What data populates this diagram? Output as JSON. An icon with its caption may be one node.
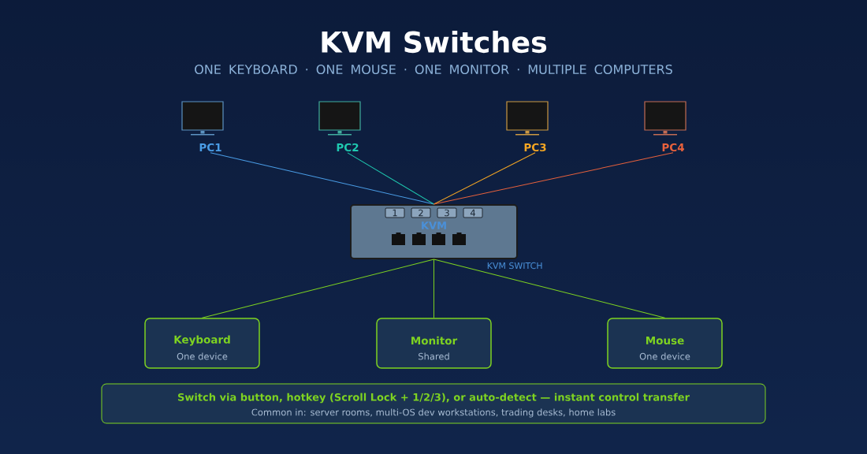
{
  "diagram": {
    "title": "KVM Switches",
    "nodes": [
      {
        "text": [
          "PC1"
        ]
      },
      {
        "text": [
          "PC2"
        ]
      },
      {
        "text": [
          "PC3"
        ]
      },
      {
        "text": [
          "PC4"
        ]
      },
      {
        "text": [
          "KVM"
        ],
        "beside": [
          "KVM SWITCH"
        ]
      },
      {
        "text": [
          "1"
        ],
        "in": 4
      },
      {
        "text": [
          "2"
        ],
        "in": 4
      },
      {
        "text": [
          "3"
        ],
        "in": 4
      },
      {
        "text": [
          "4"
        ],
        "in": 4
      },
      {
        "text": [
          "Keyboard",
          "One device"
        ]
      },
      {
        "text": [
          "Monitor",
          "Shared"
        ]
      },
      {
        "text": [
          "Mouse",
          "One device"
        ]
      },
      {
        "text": [
          "Switch via button, hotkey (Scroll Lock + 1/2/3), or auto-detect — instant control transfer",
          "Common in: server rooms, multi-OS dev workstations, trading desks, home labs"
        ]
      }
    ],
    "edges": [
      {
        "from": 0,
        "to": 4,
        "arrow": "none",
        "color": "#4a9de6"
      },
      {
        "from": 1,
        "to": 4,
        "arrow": "none",
        "color": "#1fc9b0"
      },
      {
        "from": 2,
        "to": 4,
        "arrow": "none",
        "color": "#f5a623"
      },
      {
        "from": 3,
        "to": 4,
        "arrow": "none",
        "color": "#e8613c"
      },
      {
        "from": 4,
        "to": 9,
        "arrow": "none"
      },
      {
        "from": 4,
        "to": 10,
        "arrow": "none"
      },
      {
        "from": 4,
        "to": 11,
        "arrow": "none"
      }
    ],
    "labels": [
      "ONE KEYBOARD · ONE MOUSE · ONE MONITOR · MULTIPLE COMPUTERS"
    ]
  }
}
